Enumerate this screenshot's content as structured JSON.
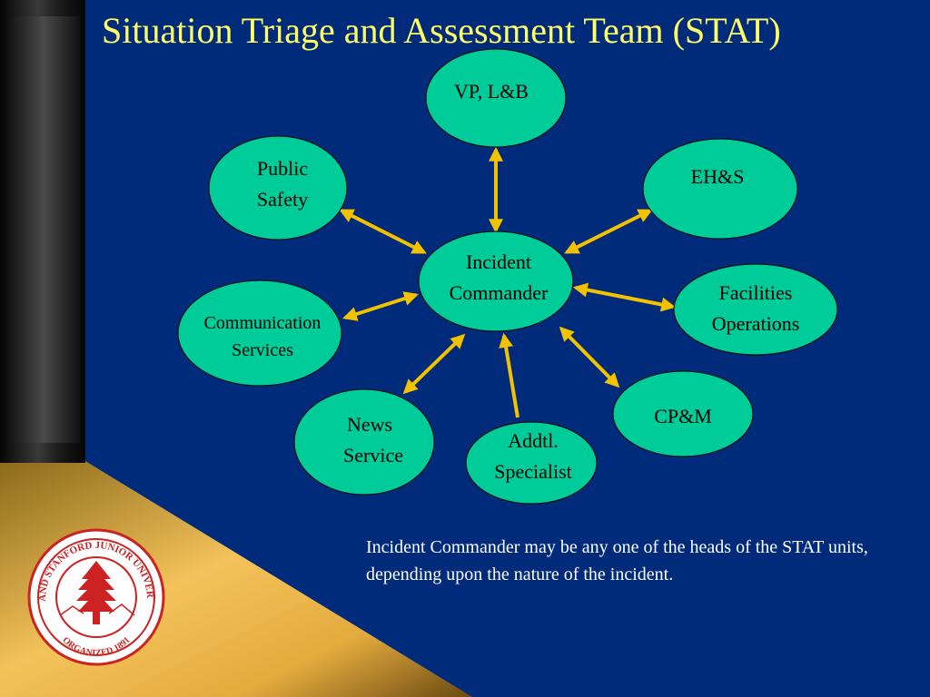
{
  "title": "Situation Triage and Assessment Team (STAT)",
  "nodes": {
    "center": [
      "Incident",
      "Commander"
    ],
    "vp": [
      "VP, L&B"
    ],
    "public_safety": [
      "Public",
      "Safety"
    ],
    "ehs": [
      "EH&S"
    ],
    "communication": [
      "Communication",
      "Services"
    ],
    "facilities": [
      "Facilities",
      "Operations"
    ],
    "news": [
      "News",
      "Service"
    ],
    "addtl": [
      "Addtl.",
      "Specialist"
    ],
    "cpm": [
      "CP&M"
    ]
  },
  "note": "Incident Commander may be any one of the heads of the STAT units, depending upon the nature of the incident.",
  "seal": {
    "ring_text": "LELAND STANFORD JUNIOR UNIVERSITY",
    "bottom_text": "ORGANIZED 1891"
  },
  "colors": {
    "background": "#002a7a",
    "node_fill": "#00cc99",
    "arrow": "#f2c200",
    "title": "#ffff66",
    "seal_red": "#cc2222"
  }
}
